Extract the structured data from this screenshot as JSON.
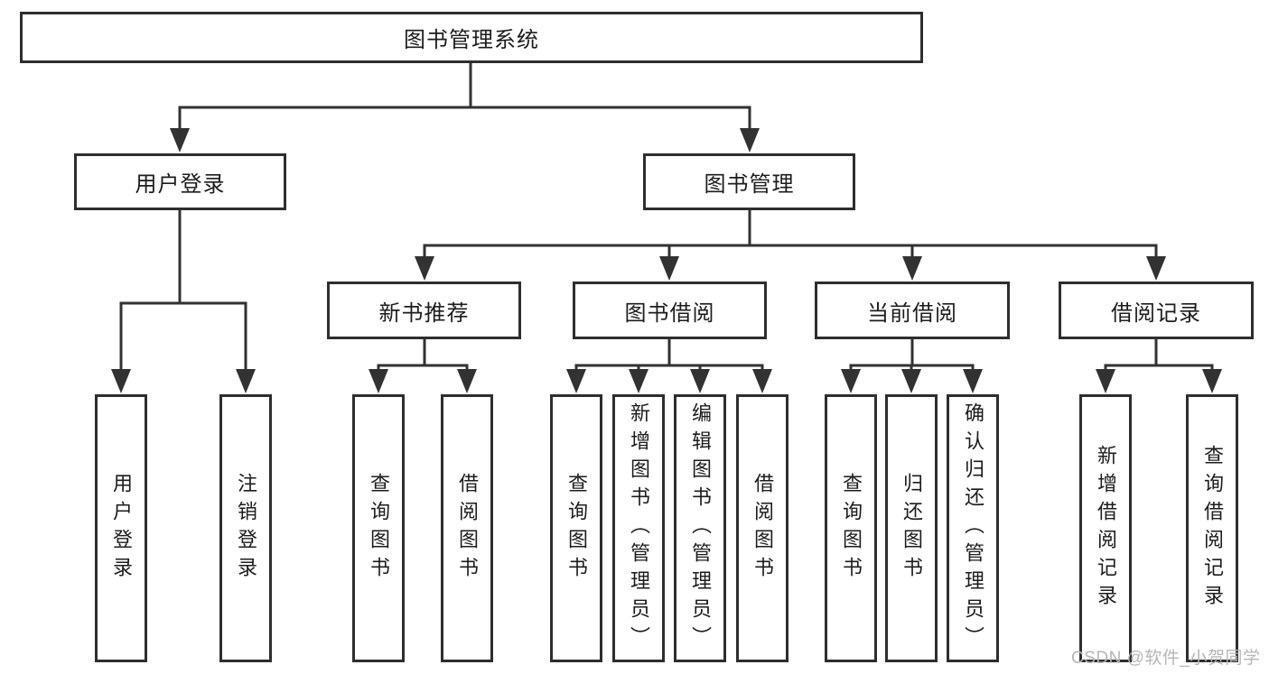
{
  "diagram_title": "图书管理系统",
  "colors": {
    "line": "#323232",
    "box_border": "#2e2e2e",
    "text": "#1c1c1c",
    "watermark": "#b6b6b6",
    "background": "#ffffff"
  },
  "watermark": {
    "text": "CSDN @软件_小贺同学"
  },
  "tree": {
    "label": "图书管理系统",
    "children": [
      {
        "label": "用户登录",
        "children": [
          {
            "label": "用户登录"
          },
          {
            "label": "注销登录"
          }
        ]
      },
      {
        "label": "图书管理",
        "children": [
          {
            "label": "新书推荐",
            "children": [
              {
                "label": "查询图书"
              },
              {
                "label": "借阅图书"
              }
            ]
          },
          {
            "label": "图书借阅",
            "children": [
              {
                "label": "查询图书"
              },
              {
                "label": "新增图书（管理员）"
              },
              {
                "label": "编辑图书（管理员）"
              },
              {
                "label": "借阅图书"
              }
            ]
          },
          {
            "label": "当前借阅",
            "children": [
              {
                "label": "查询图书"
              },
              {
                "label": "归还图书"
              },
              {
                "label": "确认归还（管理员）"
              }
            ]
          },
          {
            "label": "借阅记录",
            "children": [
              {
                "label": "新增借阅记录"
              },
              {
                "label": "查询借阅记录"
              }
            ]
          }
        ]
      }
    ]
  }
}
